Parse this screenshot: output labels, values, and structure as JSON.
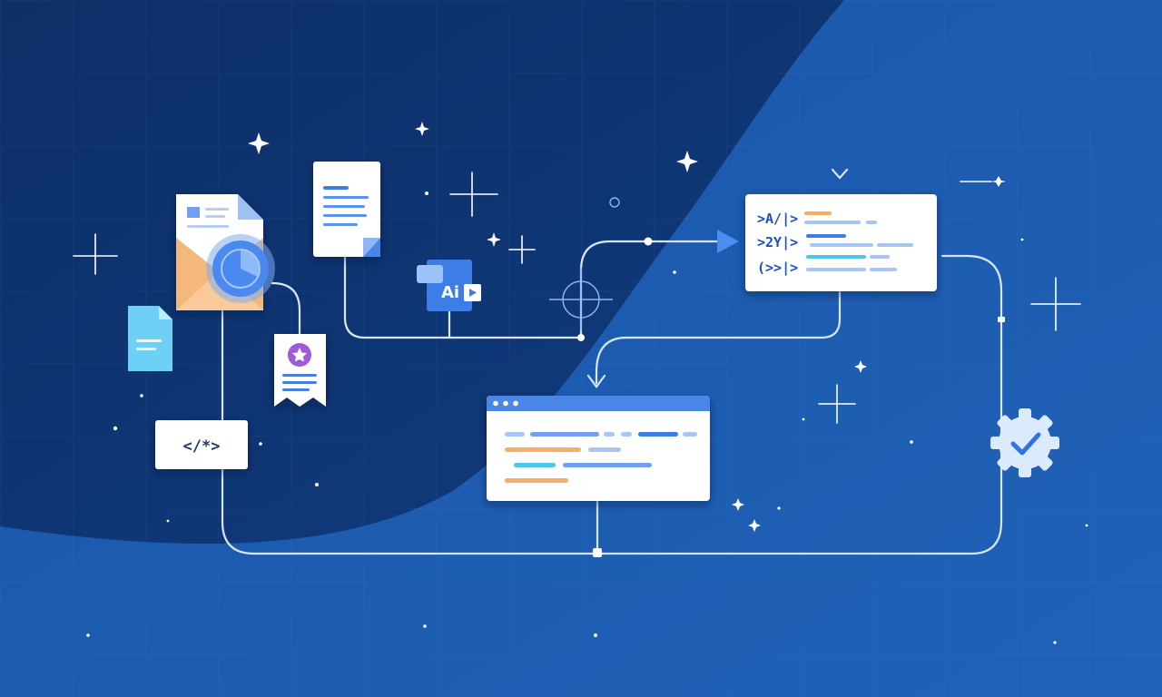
{
  "flow": {
    "ai_badge": "Ai",
    "code_tag": "</*>",
    "code_panel_lines": [
      ">A/|>",
      ">2Y|>",
      "(>>|>"
    ]
  },
  "colors": {
    "background_dark": "#0f3471",
    "background_light": "#1c5bb0",
    "connector": "#d9e6ff",
    "accent_blue": "#3d7ee6",
    "accent_orange": "#f7ad6a",
    "accent_cyan": "#4fc6e8",
    "accent_purple": "#a05ad6"
  },
  "icons": [
    "document-icon",
    "mail-envelope-icon",
    "chart-disc-icon",
    "file-icon",
    "certificate-icon",
    "code-tag-icon",
    "ai-badge-icon",
    "gear-check-icon",
    "sparkle-icon"
  ]
}
